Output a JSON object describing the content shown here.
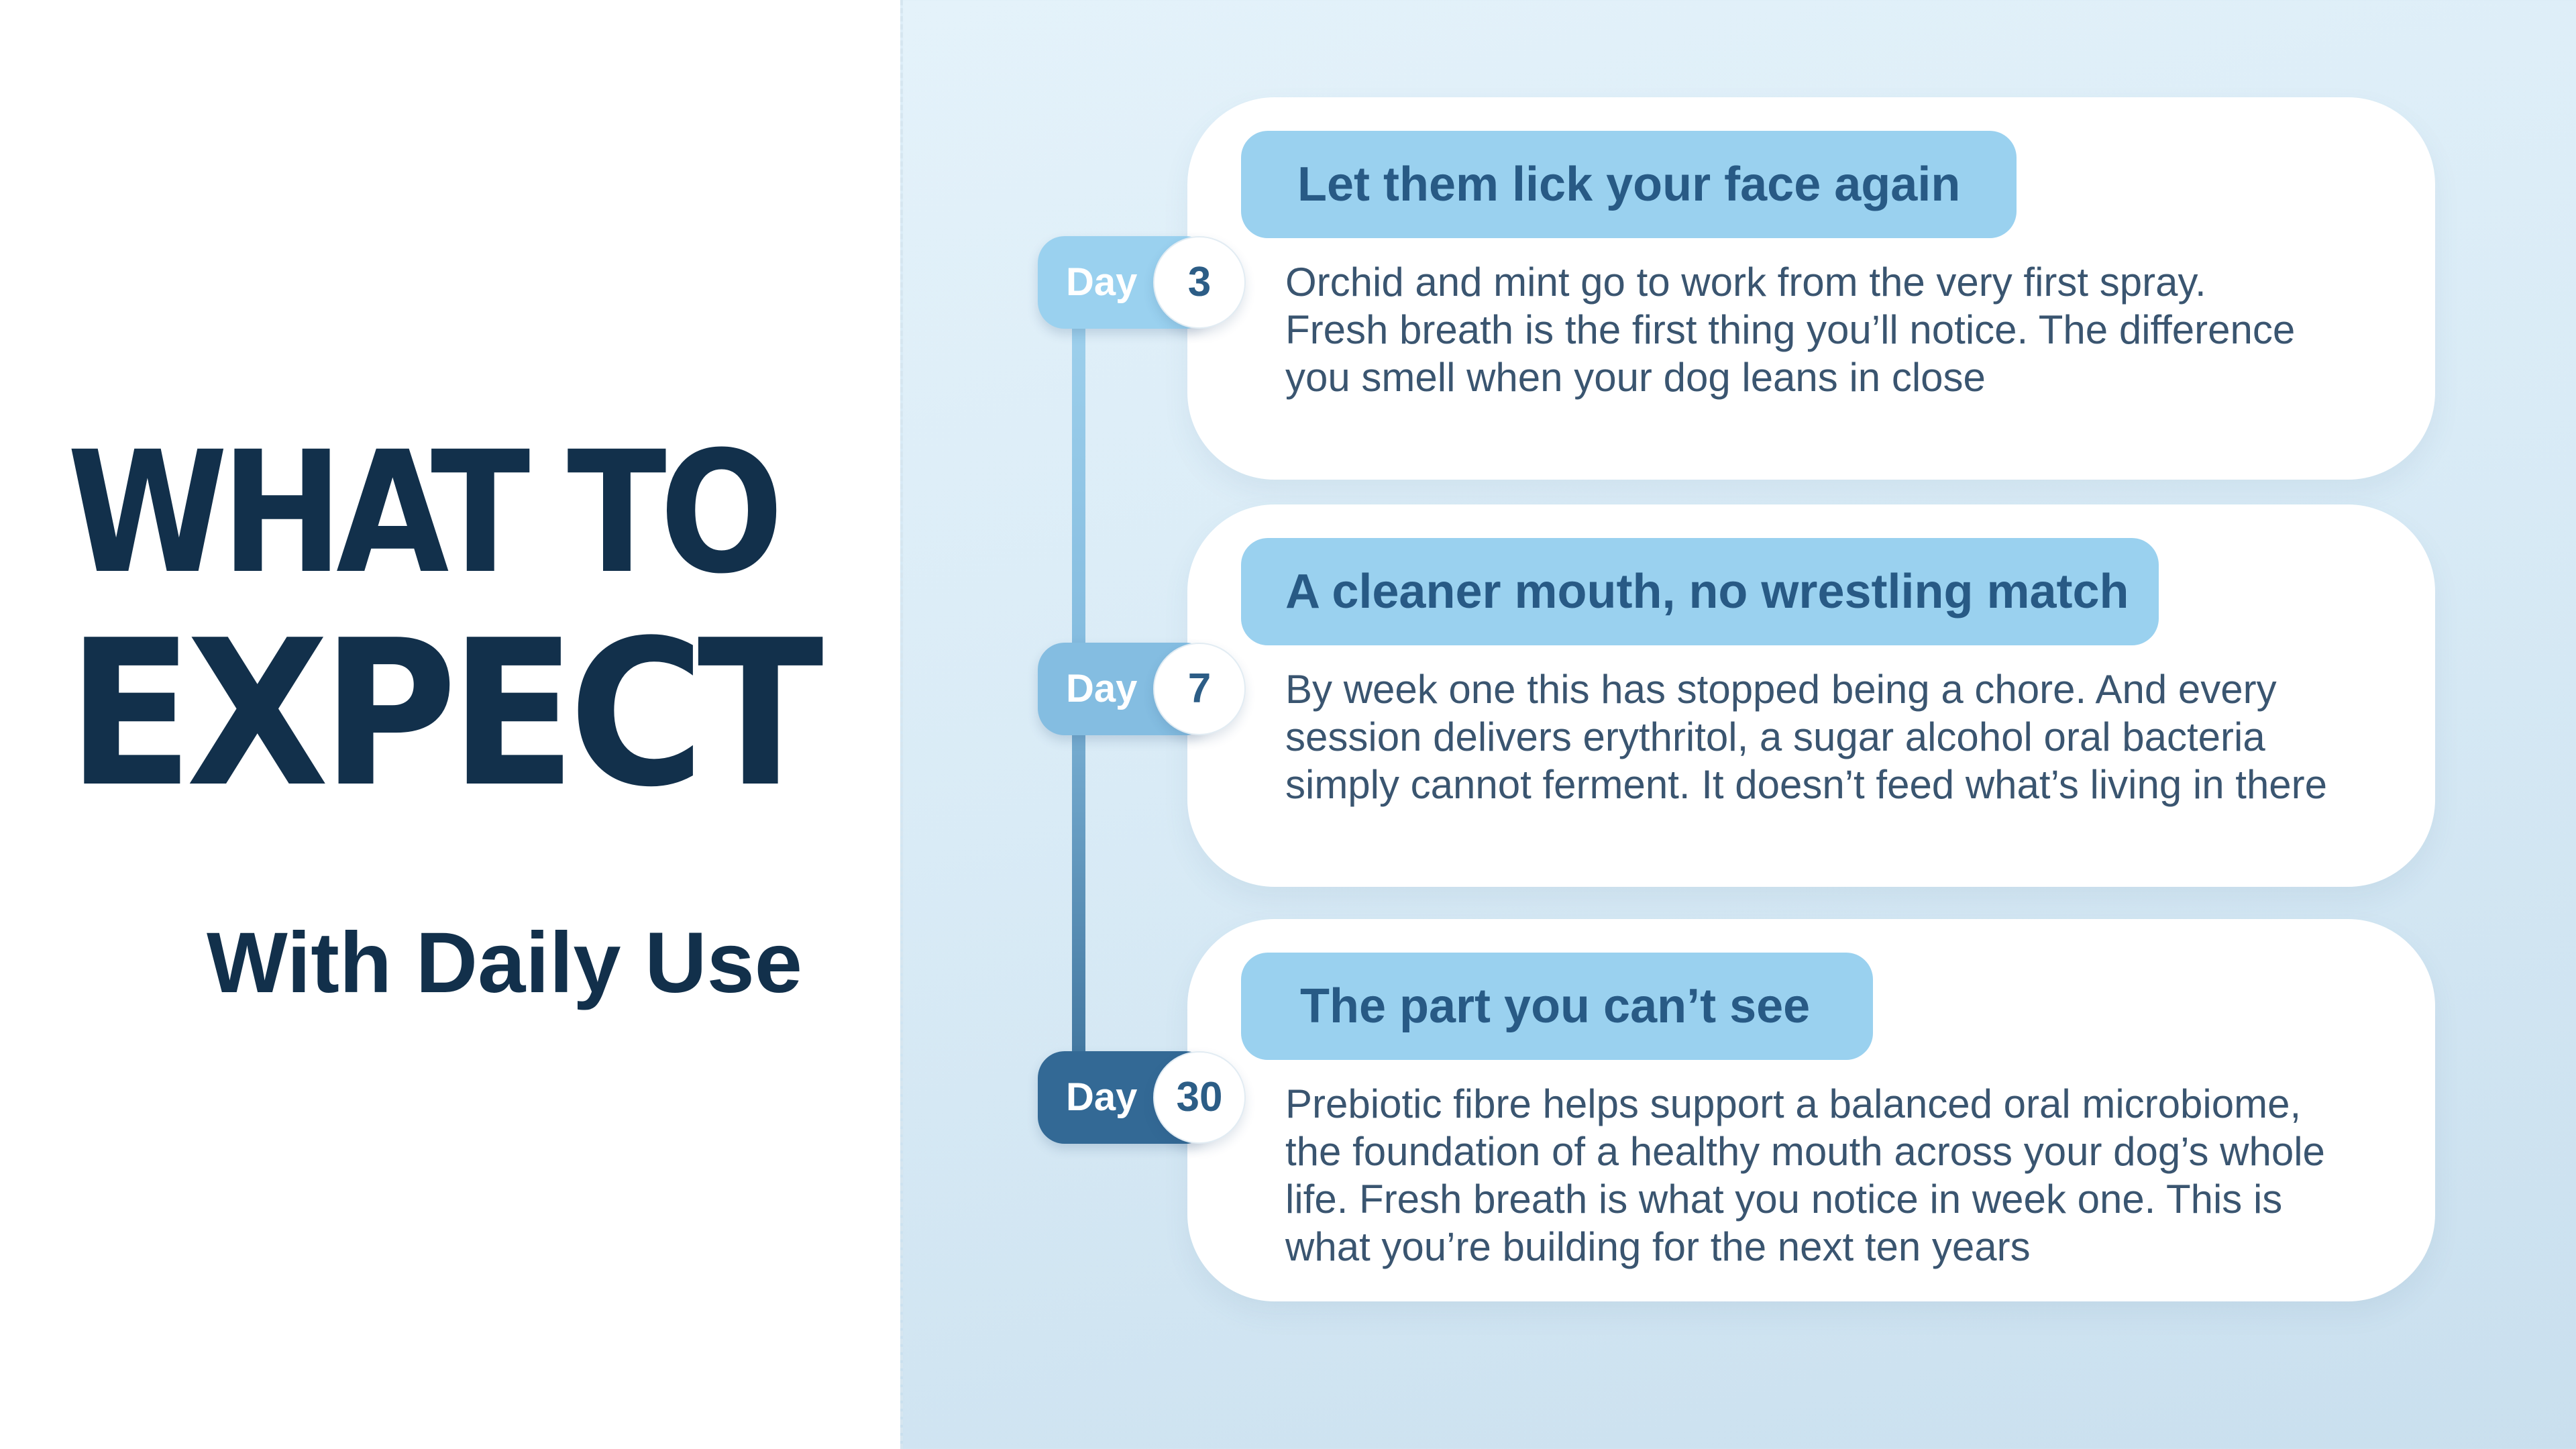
{
  "headline": {
    "line1": "WHAT TO",
    "line2": "EXPECT"
  },
  "subtitle": "With Daily Use",
  "timeline": [
    {
      "day_label": "Day",
      "day_number": "3",
      "title": "Let them lick your face again",
      "body_lines": [
        "Orchid and mint go to work from the very first spray.",
        "Fresh breath is the first thing you’ll notice. The difference",
        "you smell when your dog leans in close"
      ]
    },
    {
      "day_label": "Day",
      "day_number": "7",
      "title": "A cleaner mouth, no wrestling match",
      "body_lines": [
        "By week one this has stopped being a chore. And every",
        "session delivers erythritol, a sugar alcohol oral bacteria",
        "simply cannot ferment. It doesn’t feed what’s living in there"
      ]
    },
    {
      "day_label": "Day",
      "day_number": "30",
      "title": "The part you can’t see",
      "body_lines": [
        "Prebiotic fibre helps support a balanced oral microbiome,",
        "the foundation of a healthy mouth across your dog’s whole",
        "life. Fresh breath is what you notice in week one. This is",
        "what you’re building for the next ten years"
      ]
    }
  ],
  "colors": {
    "heading": "#12304b",
    "title_pill": "#9ad1ef",
    "title_text": "#285a85",
    "body_text": "#3a5570",
    "day_pill_1": "#9ad1ef",
    "day_pill_2": "#84bde1",
    "day_pill_3": "#336995",
    "panel_background": "#d9ebf6"
  }
}
